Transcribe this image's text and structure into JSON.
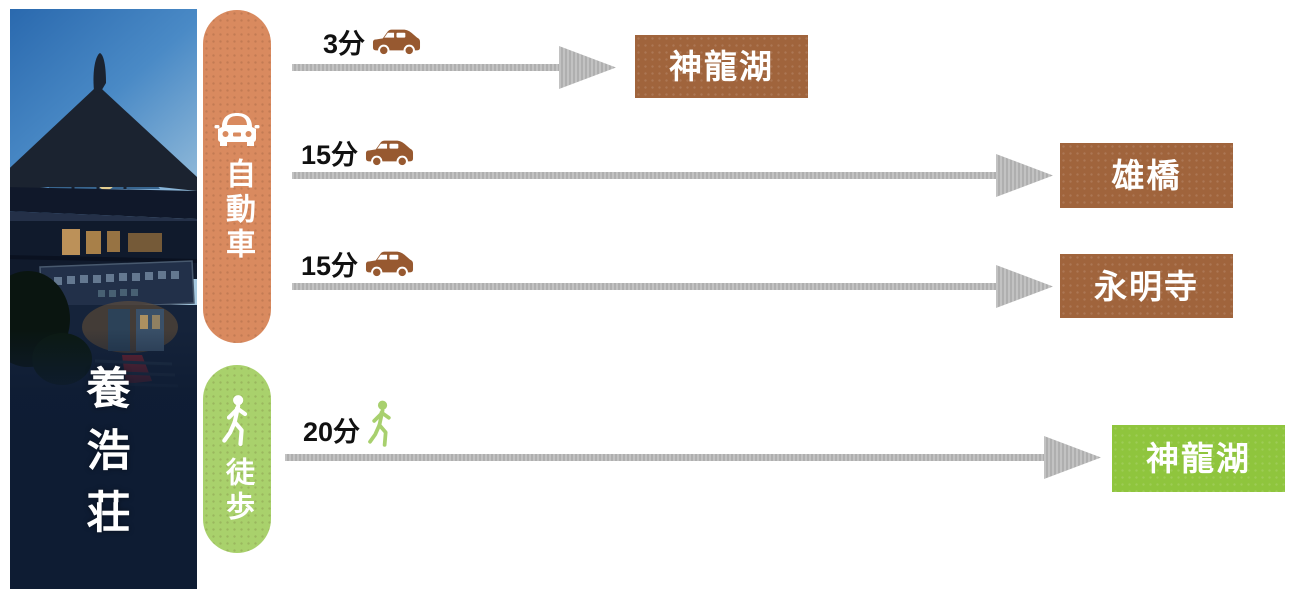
{
  "hotel": {
    "name": "養浩荘"
  },
  "modes": [
    {
      "id": "car",
      "label": "自動車",
      "icon": "car-front-icon",
      "pill_color": "#d98a5f"
    },
    {
      "id": "walk",
      "label": "徒歩",
      "icon": "walking-person-icon",
      "pill_color": "#a9d16c"
    }
  ],
  "routes": [
    {
      "mode": "car",
      "duration": "3分",
      "icon": "car-side-icon",
      "destination": "神龍湖",
      "box_color": "#a0643c"
    },
    {
      "mode": "car",
      "duration": "15分",
      "icon": "car-side-icon",
      "destination": "雄橋",
      "box_color": "#a0643c"
    },
    {
      "mode": "car",
      "duration": "15分",
      "icon": "car-side-icon",
      "destination": "永明寺",
      "box_color": "#a0643c"
    },
    {
      "mode": "walk",
      "duration": "20分",
      "icon": "walking-person-icon",
      "destination": "神龍湖",
      "box_color": "#8fc53d"
    }
  ],
  "colors": {
    "car_accent": "#d98a5f",
    "walk_accent": "#a8d06e",
    "brown_box": "#a0643c",
    "green_box": "#8fc53d",
    "arrow_gray": "#b8b8b8",
    "car_icon_brown": "#975930",
    "label_text": "#111111",
    "box_text": "#ffffff"
  }
}
